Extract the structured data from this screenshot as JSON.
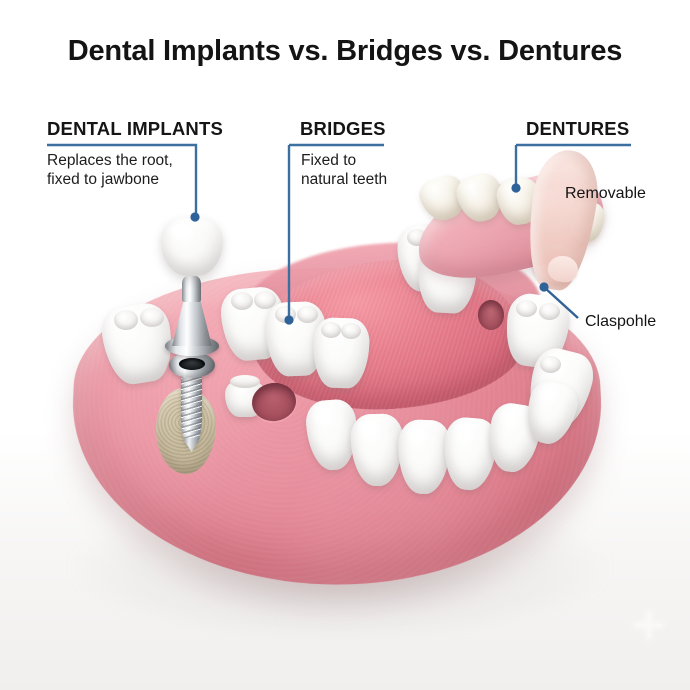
{
  "page": {
    "title": "Dental Implants vs. Bridges vs. Dentures",
    "background_color": "#ffffff",
    "accent_color": "#3b6fa0"
  },
  "callouts": [
    {
      "id": "dental-implants",
      "heading": "DENTAL IMPLANTS",
      "body": "Replaces the root,\nfixed to jawbone"
    },
    {
      "id": "bridges",
      "heading": "BRIDGES",
      "body": "Fixed to\nnatural teeth"
    },
    {
      "id": "dentures",
      "heading": "DENTURES",
      "body": ""
    }
  ],
  "annotations": [
    {
      "id": "removable",
      "label": "Removable"
    },
    {
      "id": "claspohle",
      "label": "Claspohle"
    }
  ],
  "illustration": {
    "name": "lower-jaw-dental-model",
    "parts": [
      "gum-arch",
      "tongue",
      "implant-screw",
      "implant-abutment",
      "implant-crown",
      "bone-graft",
      "bridge-teeth",
      "tooth-socket",
      "prepared-tooth-stub",
      "partial-denture",
      "denture-clasp",
      "holding-finger"
    ],
    "colors": {
      "gum": "#e8909e",
      "tongue": "#d96d7d",
      "tooth_enamel": "#fbfbfa",
      "denture_tooth": "#f1e9da",
      "metal": "#c6cbd0",
      "bone": "#cfc3a6"
    }
  }
}
